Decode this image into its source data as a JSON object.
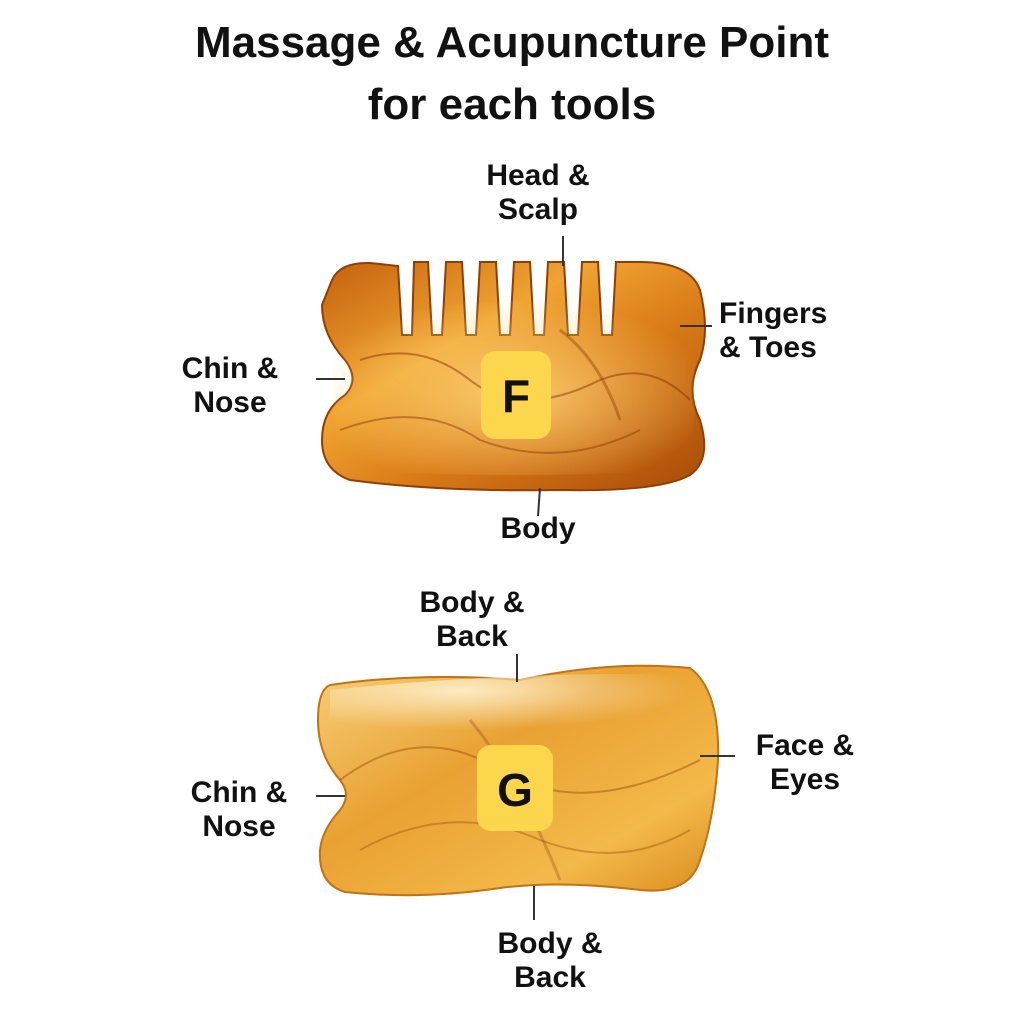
{
  "title": {
    "line1": "Massage & Acupuncture Point",
    "line2": "for each tools"
  },
  "colors": {
    "amber_dark": "#b3530a",
    "amber_mid": "#e08a1c",
    "amber_light": "#f7c25a",
    "badge": "#fcd74e",
    "text": "#111111"
  },
  "tool_f": {
    "badge": "F",
    "labels": {
      "head_scalp": [
        "Head &",
        "Scalp"
      ],
      "fingers_toes": [
        "Fingers",
        "& Toes"
      ],
      "chin_nose": [
        "Chin &",
        "Nose"
      ],
      "body": [
        "Body"
      ]
    }
  },
  "tool_g": {
    "badge": "G",
    "labels": {
      "body_back_top": [
        "Body &",
        "Back"
      ],
      "face_eyes": [
        "Face &",
        "Eyes"
      ],
      "chin_nose": [
        "Chin &",
        "Nose"
      ],
      "body_back_bottom": [
        "Body &",
        "Back"
      ]
    }
  }
}
